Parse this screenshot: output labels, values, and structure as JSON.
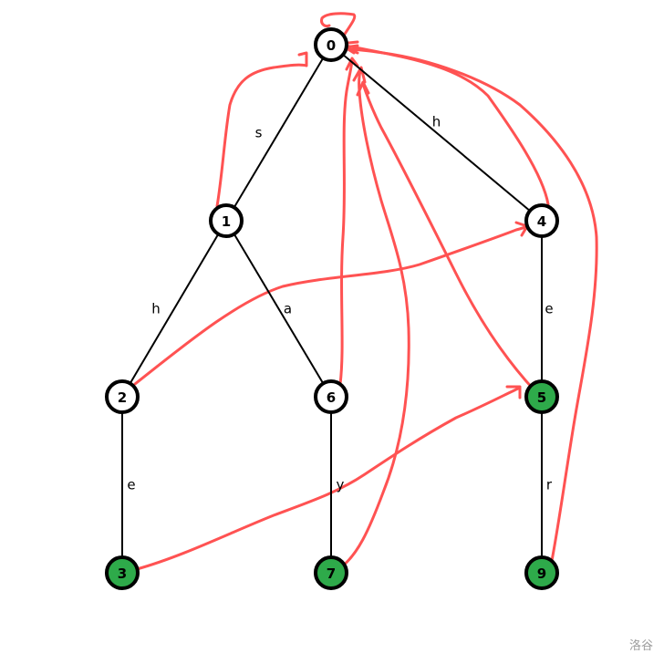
{
  "colors": {
    "accepting_fill": "#2eaa4a",
    "normal_fill": "#ffffff",
    "fail_link": "#ff5252",
    "edge": "#000000"
  },
  "nodes": [
    {
      "id": "0",
      "label": "0",
      "accepting": false
    },
    {
      "id": "1",
      "label": "1",
      "accepting": false
    },
    {
      "id": "2",
      "label": "2",
      "accepting": false
    },
    {
      "id": "3",
      "label": "3",
      "accepting": true
    },
    {
      "id": "4",
      "label": "4",
      "accepting": false
    },
    {
      "id": "5",
      "label": "5",
      "accepting": true
    },
    {
      "id": "6",
      "label": "6",
      "accepting": false
    },
    {
      "id": "7",
      "label": "7",
      "accepting": true
    },
    {
      "id": "9",
      "label": "9",
      "accepting": true
    }
  ],
  "edges": [
    {
      "from": "0",
      "to": "1",
      "label": "s"
    },
    {
      "from": "0",
      "to": "4",
      "label": "h"
    },
    {
      "from": "1",
      "to": "2",
      "label": "h"
    },
    {
      "from": "1",
      "to": "6",
      "label": "a"
    },
    {
      "from": "2",
      "to": "3",
      "label": "e"
    },
    {
      "from": "6",
      "to": "7",
      "label": "y"
    },
    {
      "from": "4",
      "to": "5",
      "label": "e"
    },
    {
      "from": "5",
      "to": "9",
      "label": "r"
    }
  ],
  "fail_links": [
    {
      "from": "0",
      "to": "0"
    },
    {
      "from": "1",
      "to": "0"
    },
    {
      "from": "4",
      "to": "0"
    },
    {
      "from": "6",
      "to": "0"
    },
    {
      "from": "7",
      "to": "0"
    },
    {
      "from": "5",
      "to": "0"
    },
    {
      "from": "9",
      "to": "0"
    },
    {
      "from": "2",
      "to": "4"
    },
    {
      "from": "3",
      "to": "5"
    }
  ],
  "watermark": "洛谷"
}
